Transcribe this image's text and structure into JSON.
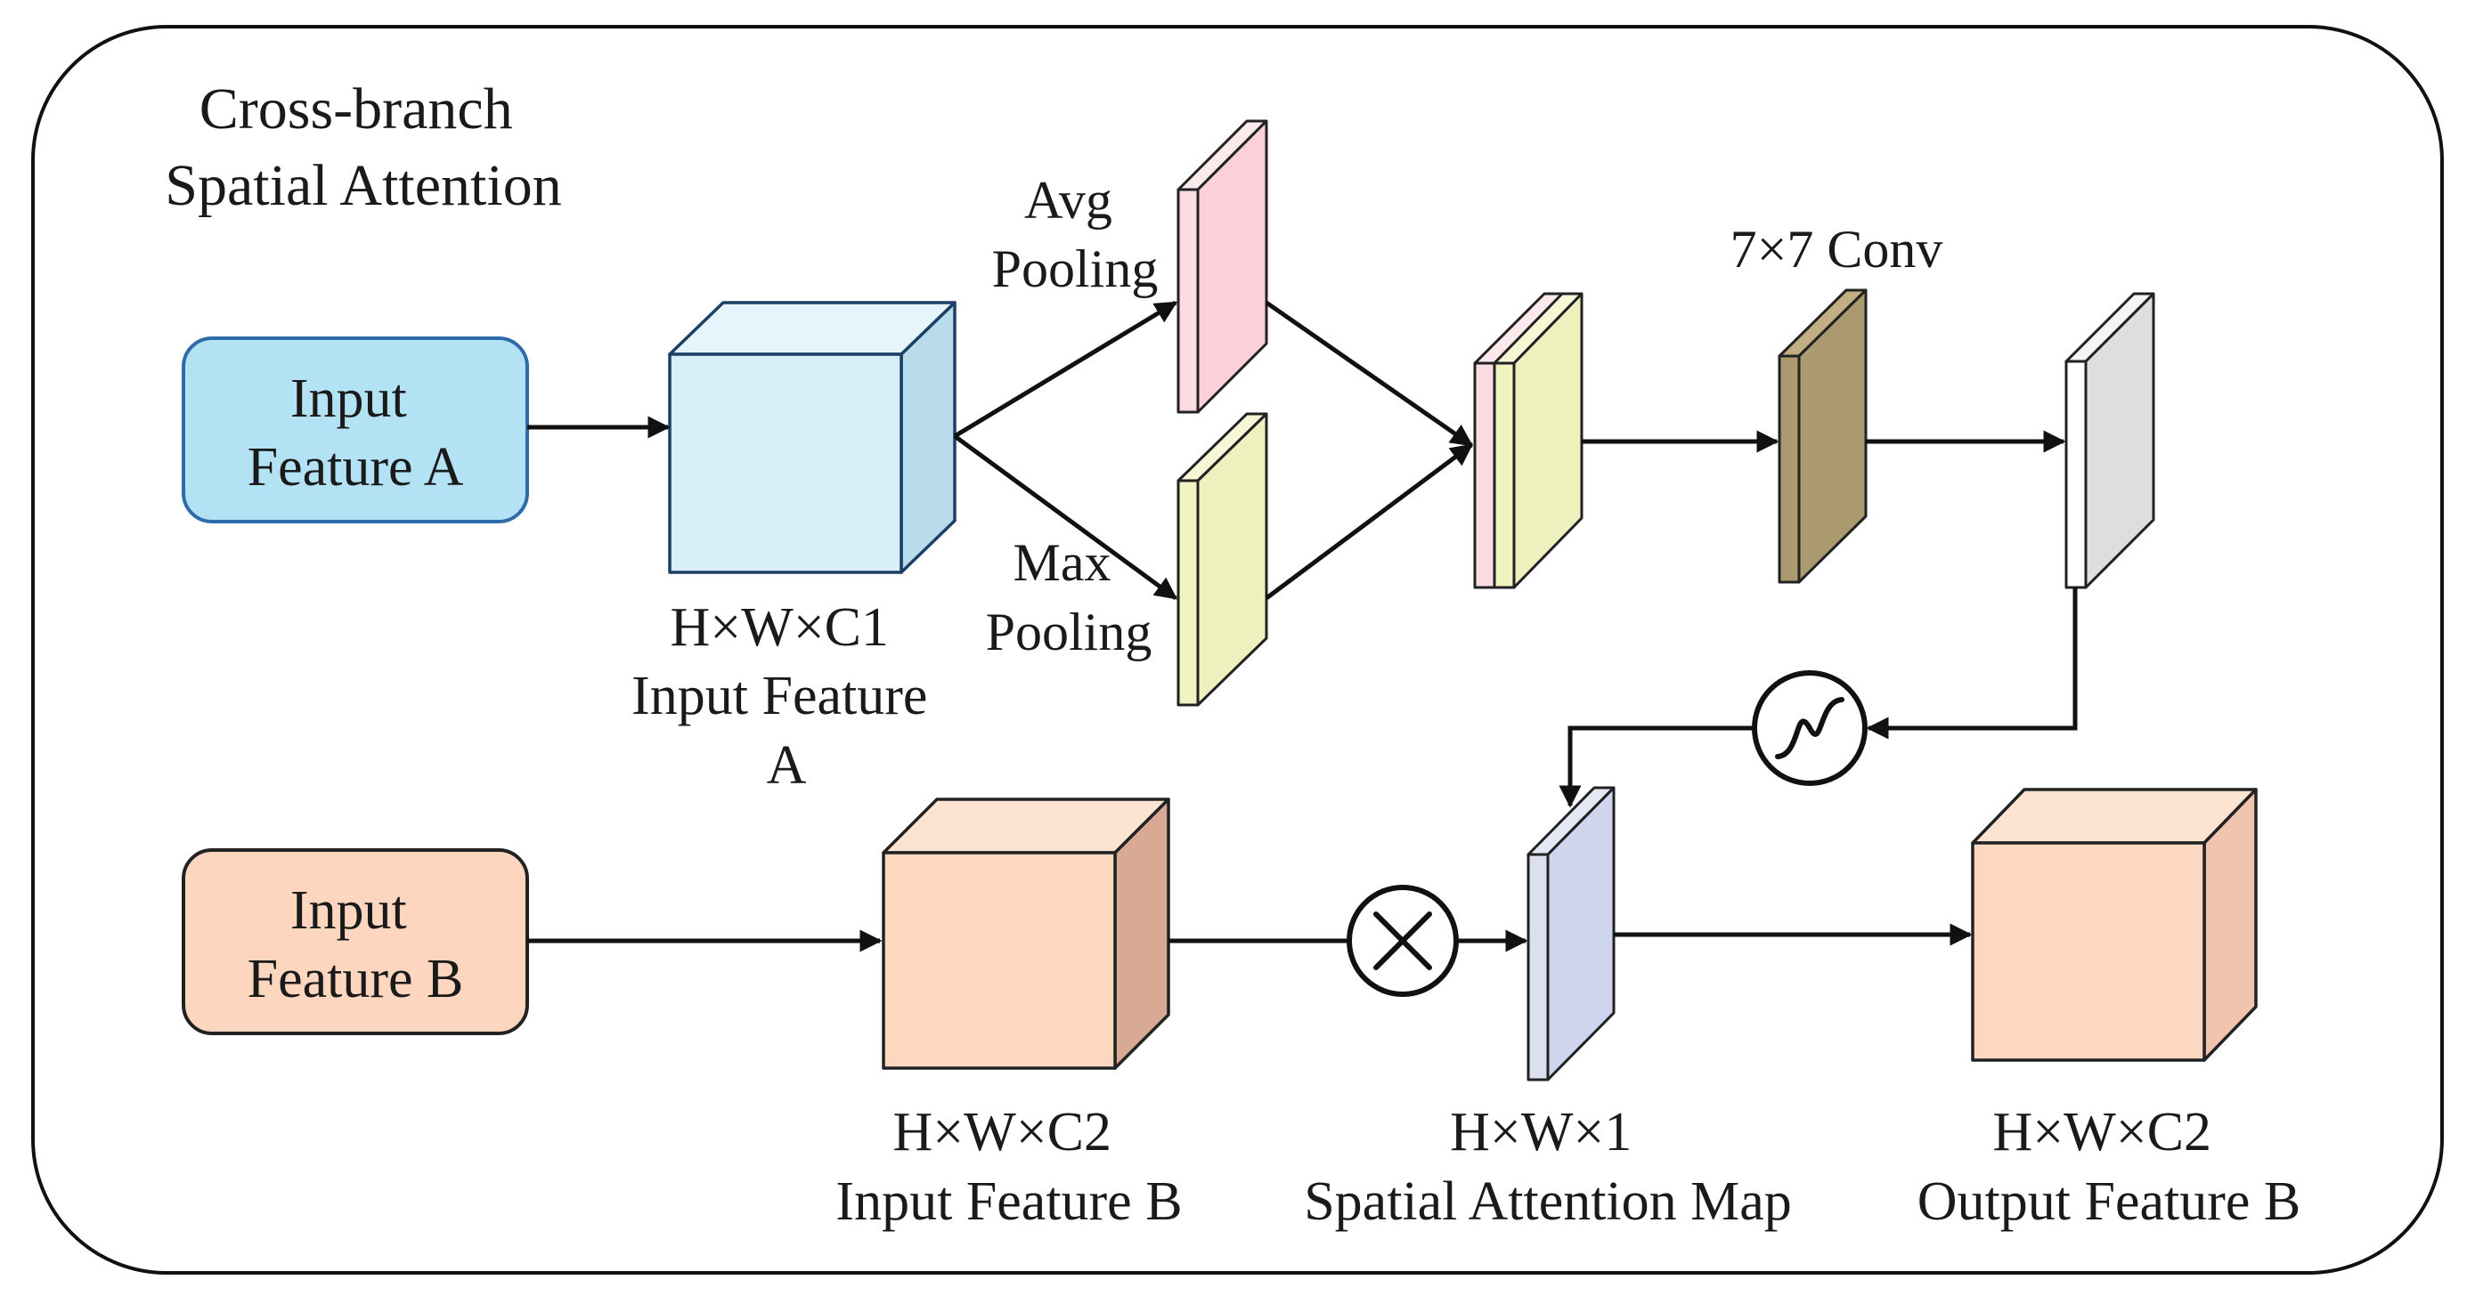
{
  "title": [
    "Cross-branch",
    "Spatial Attention"
  ],
  "inputs": {
    "a": [
      "Input",
      "Feature A"
    ],
    "b": [
      "Input",
      "Feature B"
    ]
  },
  "ops": {
    "avg_pooling": [
      "Avg",
      "Pooling"
    ],
    "max_pooling": [
      "Max",
      "Pooling"
    ],
    "conv": "7×7 Conv"
  },
  "captions": {
    "feature_a": [
      "H×W×C1",
      "Input Feature",
      "A"
    ],
    "feature_b": [
      "H×W×C2",
      "Input Feature B"
    ],
    "attention_map": [
      "H×W×1",
      "Spatial Attention Map"
    ],
    "output": [
      "H×W×C2",
      "Output Feature B"
    ]
  },
  "colors": {
    "input_a": "#b3e2f5",
    "input_b": "#fcd6bf",
    "cube_a": "#d8eef8",
    "cube_b": "#fdd8c0",
    "avg_map": "#fcdce3",
    "max_map": "#f0f3c2",
    "conv": "#ab9970",
    "conv_out": "#dedede",
    "attention": "#dbdff0"
  },
  "symbols": {
    "sigmoid": "sigmoid-icon",
    "multiply": "multiply-icon"
  }
}
